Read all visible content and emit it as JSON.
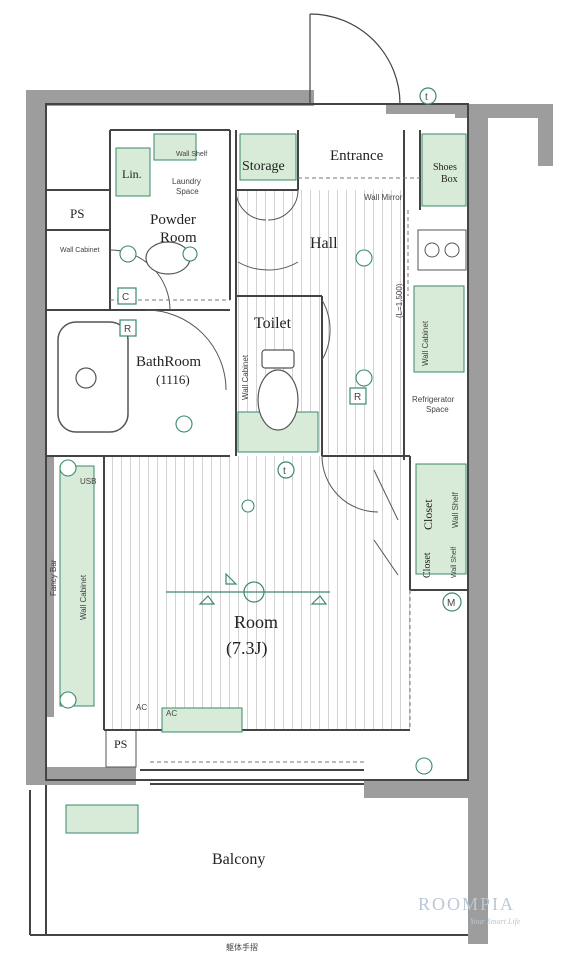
{
  "rooms": {
    "entrance": "Entrance",
    "shoes_box": [
      "Shoes",
      "Box"
    ],
    "storage": "Storage",
    "lin": "Lin.",
    "laundry_space": [
      "Laundry",
      "Space"
    ],
    "powder_room": [
      "Powder",
      "Room"
    ],
    "ps_top": "PS",
    "hall": "Hall",
    "toilet": "Toilet",
    "bathroom": [
      "BathRoom",
      "(1116)"
    ],
    "refrigerator_space": [
      "Refrigerator",
      "Space"
    ],
    "closet_1": "Closet",
    "closet_2": "Closet",
    "room": [
      "Room",
      "(7.3J)"
    ],
    "ps_bottom": "PS",
    "balcony": "Balcony"
  },
  "annotations": {
    "wall_mirror": "Wall Mirror",
    "wall_shelf_1": "Wall Shelf",
    "wall_shelf_2": "Wall Shelf",
    "wall_shelf_3": "Wall Shelf",
    "wall_cabinet_powder": "Wall Cabinet",
    "wall_cabinet_toilet": "Wall Cabinet",
    "wall_cabinet_kitchen": "Wall Cabinet",
    "wall_cabinet_room": "Wall Cabinet",
    "fancy_bar": "Fancy Bar",
    "usb": "USB",
    "ac_1": "AC",
    "ac_2": "AC",
    "hall_dim": "(L=1,500)",
    "meter": "M",
    "balcony_rail": "躯体手摺"
  },
  "symbols": {
    "tel": "t",
    "r_bath": "R",
    "r_hall": "R",
    "c_powder": "C"
  },
  "watermark": {
    "brand": "ROOMPIA",
    "tagline": "Your Smart Life"
  }
}
